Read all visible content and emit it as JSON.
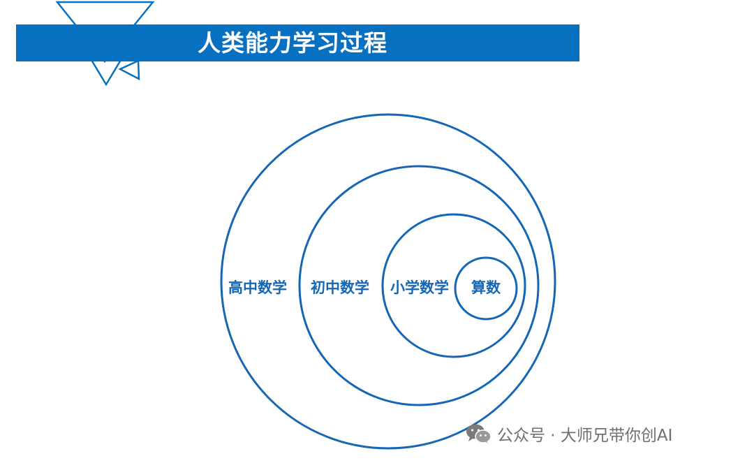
{
  "header": {
    "title": "人类能力学习过程"
  },
  "diagram": {
    "rings": [
      {
        "label": "高中数学"
      },
      {
        "label": "初中数学"
      },
      {
        "label": "小学数学"
      },
      {
        "label": "算数"
      }
    ]
  },
  "watermark": {
    "text": "公众号 · 大师兄带你创AI",
    "icon": "wechat-icon"
  },
  "colors": {
    "accent": "#0870C0",
    "circle_stroke": "#1566B4",
    "label": "#1566B4",
    "watermark": "#6F6F6F"
  }
}
